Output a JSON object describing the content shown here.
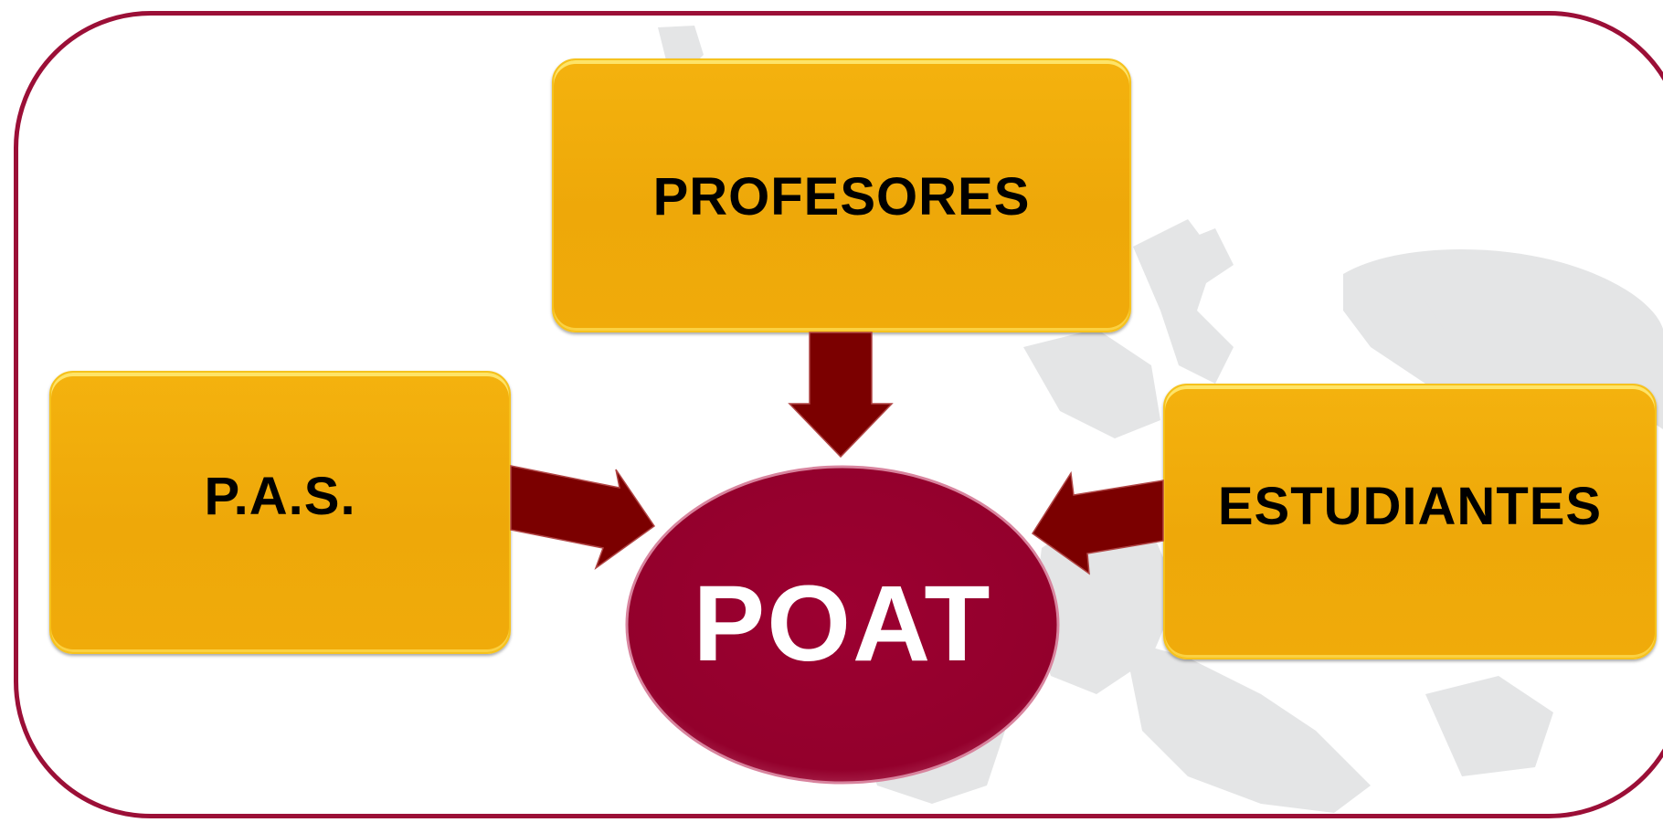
{
  "diagram": {
    "center": {
      "label": "POAT",
      "color": "#9a0030"
    },
    "nodes": {
      "profesores": "PROFESORES",
      "pas": "P.A.S.",
      "estudiantes": "ESTUDIANTES"
    },
    "node_color": "#efaa0b",
    "arrow_color": "#7d0000",
    "frame_color": "#9b0f37",
    "edges": [
      {
        "from": "profesores",
        "to": "center"
      },
      {
        "from": "pas",
        "to": "center"
      },
      {
        "from": "estudiantes",
        "to": "center"
      }
    ]
  }
}
